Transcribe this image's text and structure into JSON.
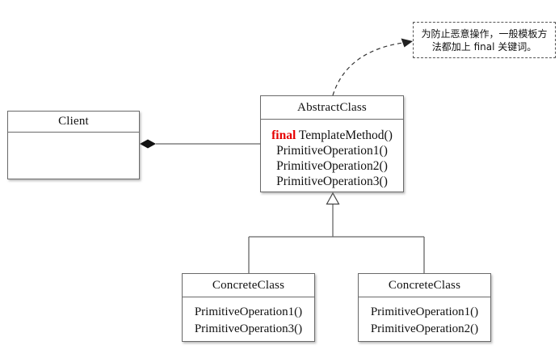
{
  "diagram": {
    "client": {
      "title": "Client"
    },
    "abstract_class": {
      "title": "AbstractClass",
      "final_keyword": "final",
      "template_method": "TemplateMethod()",
      "methods": [
        "PrimitiveOperation1()",
        "PrimitiveOperation2()",
        "PrimitiveOperation3()"
      ]
    },
    "concrete_left": {
      "title": "ConcreteClass",
      "methods": [
        "PrimitiveOperation1()",
        "PrimitiveOperation3()"
      ]
    },
    "concrete_right": {
      "title": "ConcreteClass",
      "methods": [
        "PrimitiveOperation1()",
        "PrimitiveOperation2()"
      ]
    },
    "note": {
      "line1": "为防止恶意操作，一般模板方",
      "line2": "法都加上 final 关键词。"
    }
  },
  "colors": {
    "final_red": "#e60000",
    "box_border_gray": "#6a6a6a",
    "connector_gray": "#666666",
    "note_dash_gray": "#555555",
    "background": "#ffffff"
  }
}
